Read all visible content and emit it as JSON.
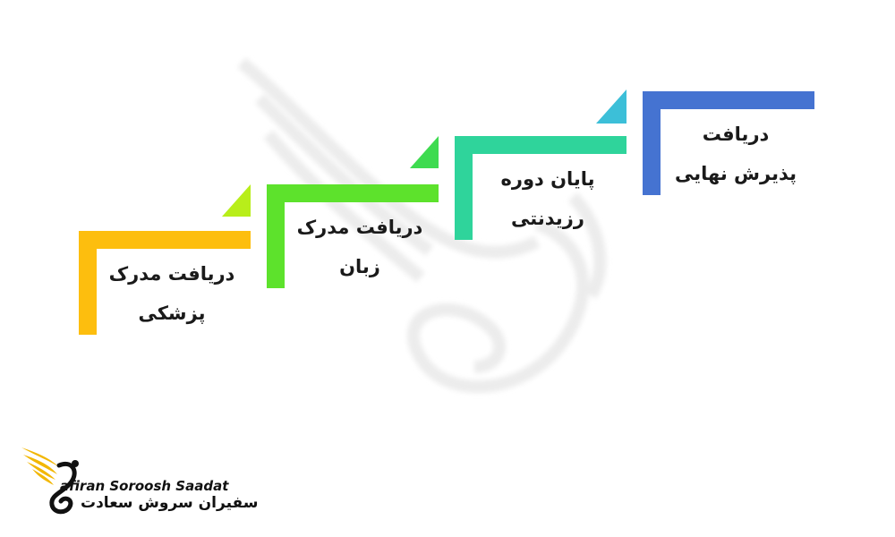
{
  "steps": [
    {
      "id": "medical",
      "line1": "دریافت مدرک",
      "line2": "پزشکی",
      "color": "#FDBE0E",
      "accent": "#FDBE0E"
    },
    {
      "id": "language",
      "line1": "دریافت مدرک",
      "line2": "زبان",
      "color": "#5DE22C",
      "accent": "#B8EE1A"
    },
    {
      "id": "residency",
      "line1": "پایان دوره",
      "line2": "رزیدنتی",
      "color": "#2FD49B",
      "accent": "#3EDB50"
    },
    {
      "id": "admission",
      "line1": "دریافت",
      "line2": "پذیرش نهایی",
      "color": "#4573D1",
      "accent": "#3CBFD8"
    }
  ],
  "brand": {
    "name_en": "afiran Soroosh Saadat",
    "name_fa": "سفیران سروش سعادت",
    "gold": "#F2B705"
  }
}
